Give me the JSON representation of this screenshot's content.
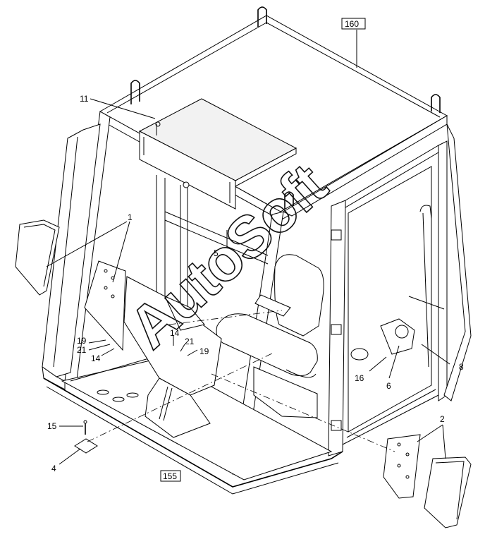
{
  "watermark": "AutoSoft",
  "callouts": [
    {
      "id": "c160",
      "label": "160",
      "boxed": true
    },
    {
      "id": "c11",
      "label": "11",
      "boxed": false
    },
    {
      "id": "c1",
      "label": "1",
      "boxed": false
    },
    {
      "id": "c5",
      "label": "5",
      "boxed": false
    },
    {
      "id": "c19a",
      "label": "19",
      "boxed": false
    },
    {
      "id": "c21a",
      "label": "21",
      "boxed": false
    },
    {
      "id": "c14a",
      "label": "14",
      "boxed": false
    },
    {
      "id": "c14b",
      "label": "14",
      "boxed": false
    },
    {
      "id": "c21b",
      "label": "21",
      "boxed": false
    },
    {
      "id": "c19b",
      "label": "19",
      "boxed": false
    },
    {
      "id": "c8",
      "label": "8",
      "boxed": false
    },
    {
      "id": "c16",
      "label": "16",
      "boxed": false
    },
    {
      "id": "c6",
      "label": "6",
      "boxed": false
    },
    {
      "id": "c2",
      "label": "2",
      "boxed": false
    },
    {
      "id": "c15",
      "label": "15",
      "boxed": false
    },
    {
      "id": "c4",
      "label": "4",
      "boxed": false
    },
    {
      "id": "c155",
      "label": "155",
      "boxed": true
    }
  ]
}
